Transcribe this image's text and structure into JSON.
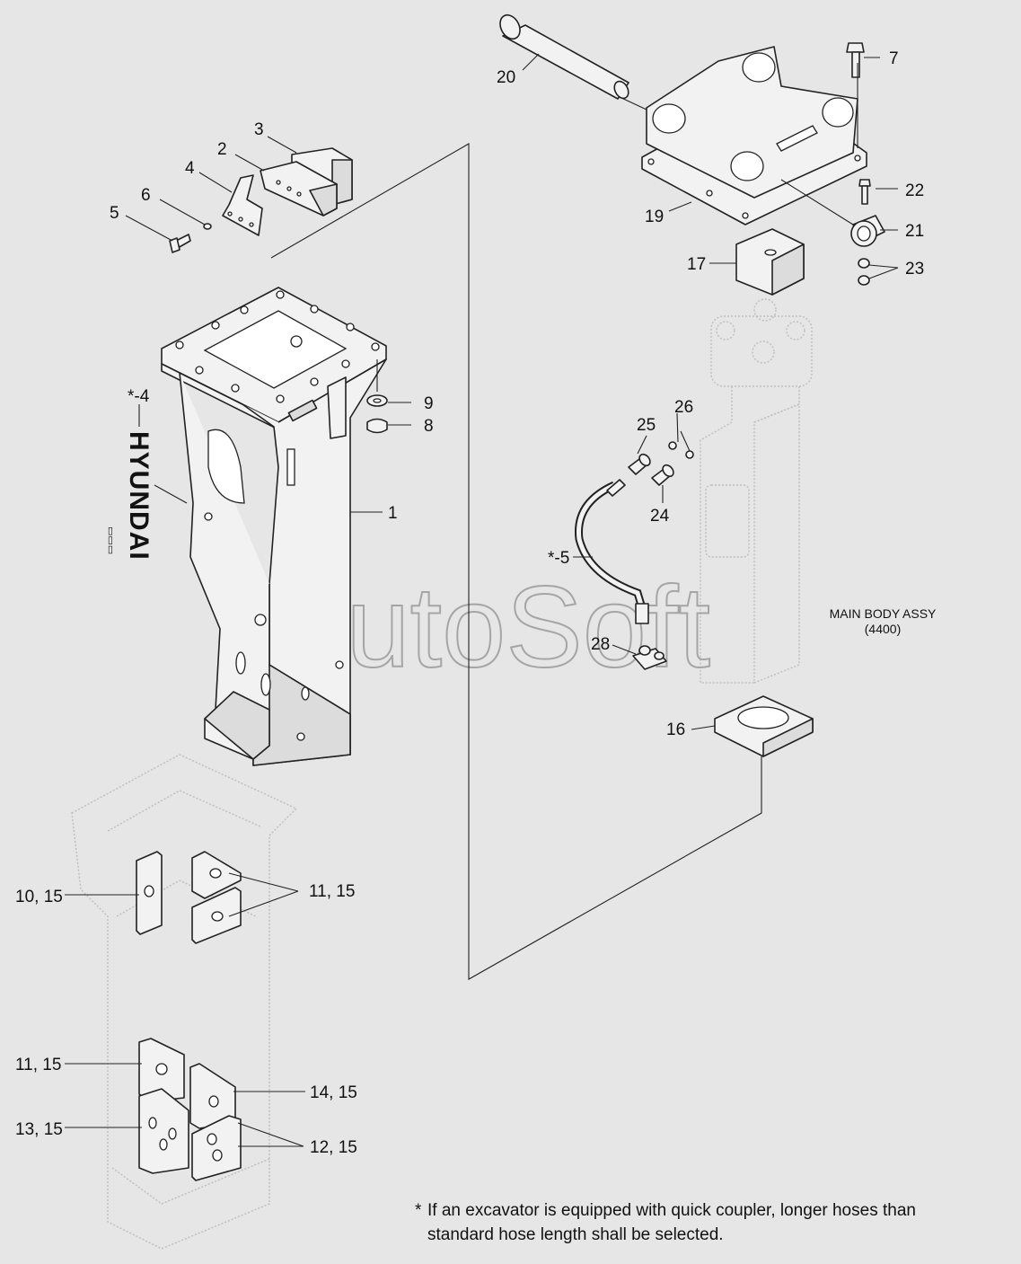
{
  "watermark": "AutoSoft",
  "brand_text": "HYUNDAI",
  "callouts": {
    "p1": "1",
    "p2": "2",
    "p3": "3",
    "p4": "4",
    "p5": "5",
    "p6": "6",
    "p7": "7",
    "p8": "8",
    "p9": "9",
    "p4s": "*-4",
    "p5s": "*-5",
    "p10": "10, 15",
    "p11a": "11, 15",
    "p11b": "11, 15",
    "p12": "12, 15",
    "p13": "13, 15",
    "p14": "14, 15",
    "p16": "16",
    "p17": "17",
    "p19": "19",
    "p20": "20",
    "p21": "21",
    "p22": "22",
    "p23": "23",
    "p24": "24",
    "p25": "25",
    "p26": "26",
    "p28": "28"
  },
  "assembly": {
    "name": "MAIN BODY ASSY",
    "code": "(4400)"
  },
  "footnote": {
    "star": "*",
    "line1": "If an excavator is equipped with quick coupler, longer hoses than",
    "line2": "standard hose length shall be selected."
  }
}
